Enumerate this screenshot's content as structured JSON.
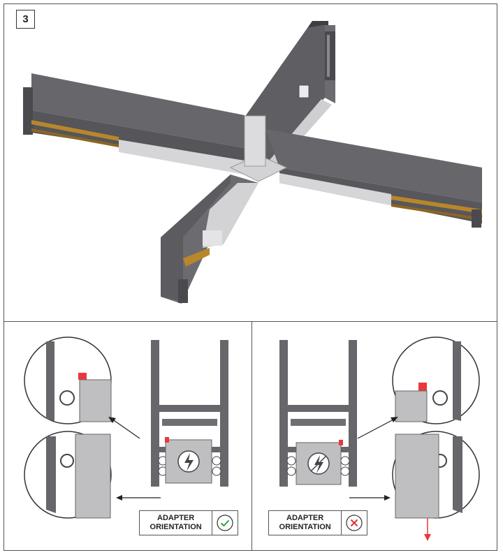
{
  "step_number": "3",
  "panels": {
    "correct": {
      "label_line1": "ADAPTER",
      "label_line2": "ORIENTATION",
      "status_icon": "check-circle-icon",
      "status_color": "#2e9e3f"
    },
    "incorrect": {
      "label_line1": "ADAPTER",
      "label_line2": "ORIENTATION",
      "status_icon": "cross-circle-icon",
      "status_color": "#e03030"
    }
  },
  "colors": {
    "profile": "#66666b",
    "profile_dark": "#4a4a4e",
    "connector": "#d3d3d6",
    "adapter": "#bfbfc2",
    "highlight": "#e8383d",
    "copper": "#b8862b"
  }
}
